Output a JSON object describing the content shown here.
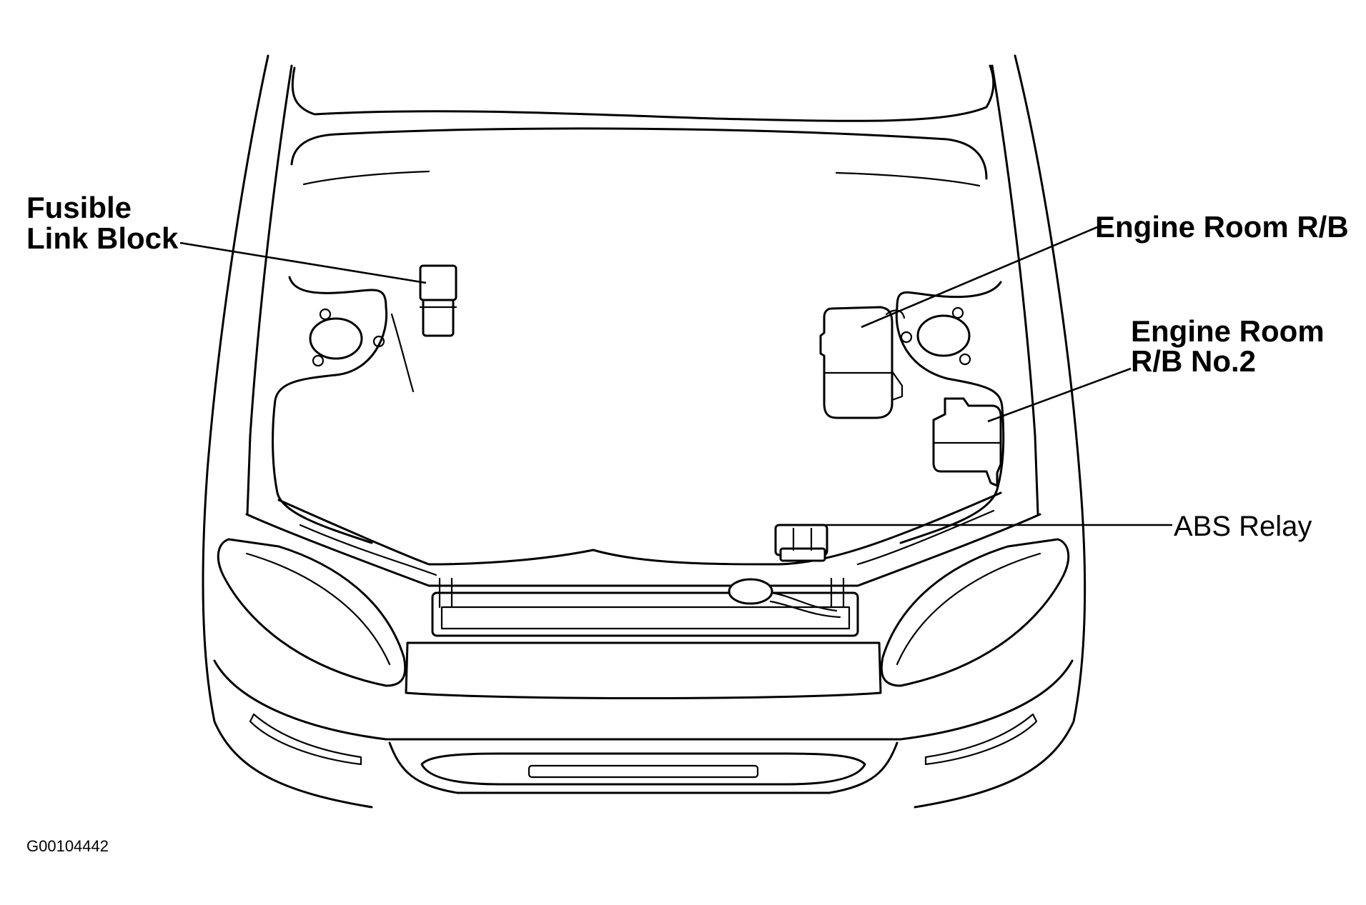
{
  "callouts": {
    "fusible_link_block": {
      "line1": "Fusible",
      "line2": "Link Block"
    },
    "engine_room_rb": {
      "line1": "Engine Room R/B"
    },
    "engine_room_rb_no2": {
      "line1": "Engine Room",
      "line2": "R/B No.2"
    },
    "abs_relay": {
      "line1": "ABS Relay"
    }
  },
  "figure_code": "G00104442",
  "colors": {
    "ink": "#000000",
    "paper": "#ffffff"
  }
}
